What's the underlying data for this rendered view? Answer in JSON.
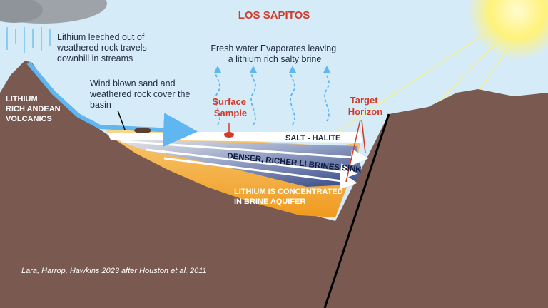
{
  "title": "LOS SAPITOS",
  "labels": {
    "leached": [
      "Lithium leeched out of",
      "weathered rock travels",
      "downhill in streams"
    ],
    "evaporates": [
      "Fresh water Evaporates leaving",
      "a lithium rich salty brine"
    ],
    "wind": [
      "Wind blown sand and",
      "weathered rock cover the",
      "basin"
    ],
    "volcanics": [
      "LITHIUM",
      "RICH ANDEAN",
      "VOLCANICS"
    ],
    "surface_sample": [
      "Surface",
      "Sample"
    ],
    "target_horizon": [
      "Target",
      "Horizon"
    ],
    "salt": "SALT - HALITE",
    "denser": "DENSER, RICHER LI BRINES SINK",
    "concentrated": [
      "LITHIUM IS CONCENTRATED",
      "IN BRINE AQUIFER"
    ]
  },
  "citation": "Lara, Harrop, Hawkins 2023 after Houston et al. 2011",
  "colors": {
    "sky": "#d6ebf8",
    "ground": "#7a5a50",
    "aquifer": "#f2a93b",
    "salt": "#ffffff",
    "stream": "#5fb6f0",
    "brine": "#1e3a8a",
    "accent": "#d23a2a",
    "sun": "#fff27a"
  }
}
